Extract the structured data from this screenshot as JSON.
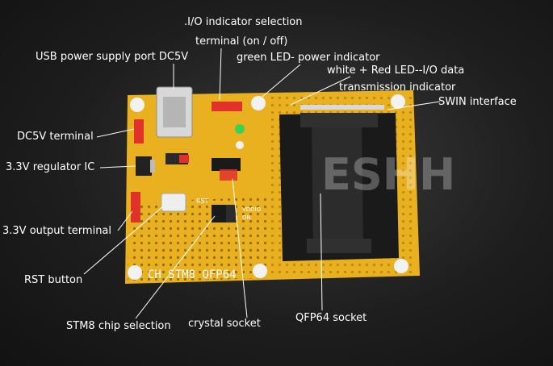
{
  "labels": {
    "io_selection": ".I/O indicator selection",
    "terminal_on_off": "terminal (on / off)",
    "usb_port": "USB power supply port DC5V",
    "green_led": "green LED- power indicator",
    "white_red_led": "white + Red LED--I/O data",
    "transmission": "transmission indicator",
    "swin": "SWIN interface",
    "dc5v_terminal": "DC5V terminal",
    "regulator": "3.3V regulator IC",
    "output_terminal": "3.3V output terminal",
    "rst_button": "RST button",
    "stm8_selection": "STM8 chip selection",
    "crystal": "crystal socket",
    "qfp64": "QFP64 socket"
  },
  "board": {
    "silkscreen": "CH STM8 QFP64",
    "rst_text": "RST",
    "vddio_text": "VDDIO",
    "on_text": "ON"
  },
  "watermark": "ESHH",
  "colors": {
    "board": "#e9b020",
    "socket": "#1a1a1a",
    "led_green": "#39d353",
    "jumper_red": "#e0322b"
  }
}
